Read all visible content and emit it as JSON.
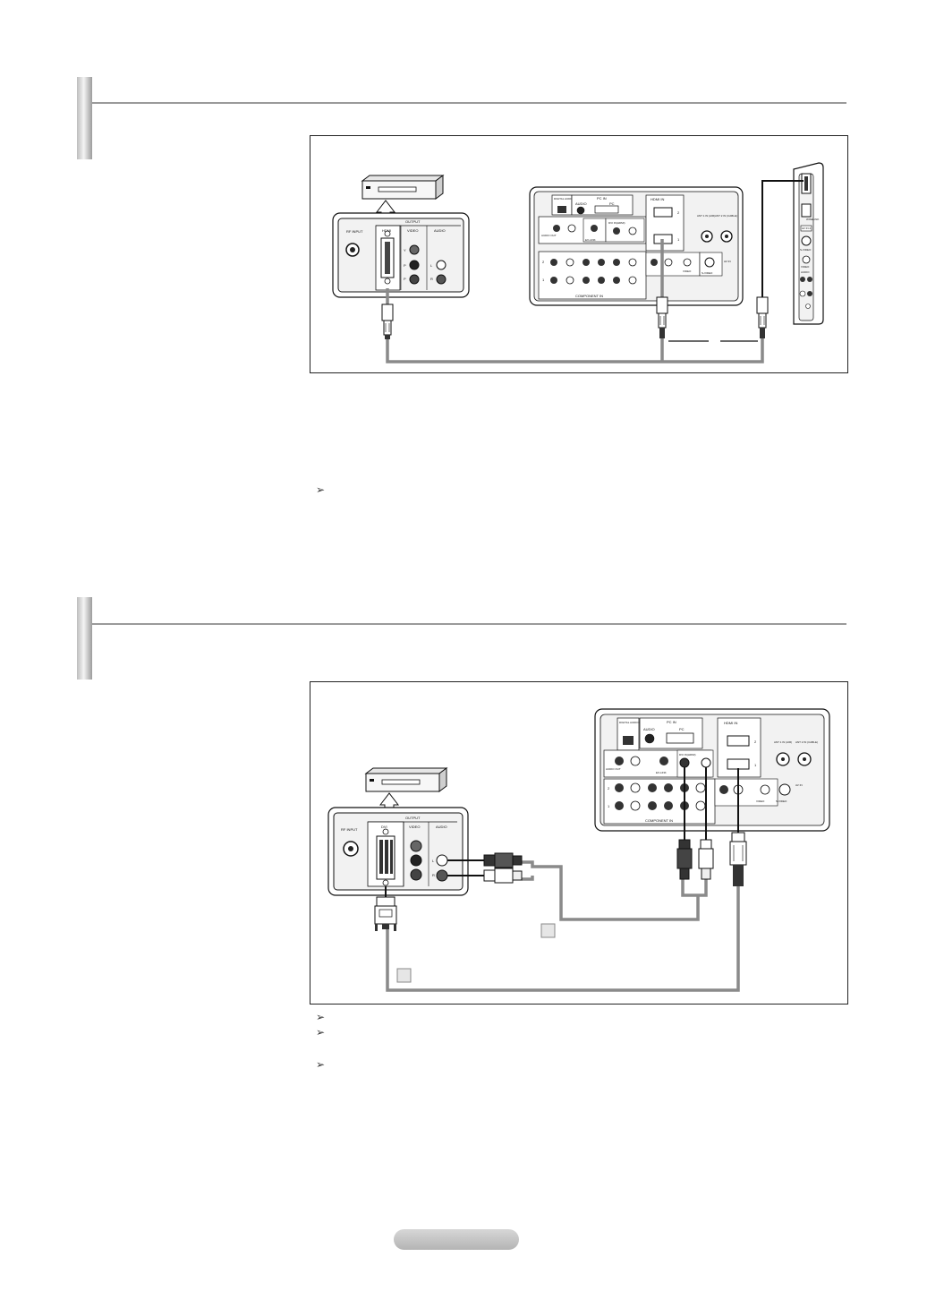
{
  "tip_icon": "arrow-tip-icon",
  "tip_glyph": "➢",
  "colors": {
    "cable": "#8a8a8a",
    "ink": "#111111",
    "panel": "#f2f2f2",
    "rule": "#9a9a9a"
  },
  "diagram1": {
    "source_output_label": "OUTPUT",
    "rf_input_label": "RF INPUT",
    "hdmi_label": "HDMI",
    "video_label": "VIDEO",
    "audio_label": "AUDIO",
    "component_y": "Y",
    "component_pb": "P",
    "component_pr": "P",
    "audio_l": "L",
    "audio_r": "R",
    "tv_labels": {
      "digital_audio_out": "DIGITAL AUDIO OUT (OPTICAL)",
      "pc_in": "PC IN",
      "audio": "AUDIO",
      "pc": "PC",
      "hdmi_in": "HDMI IN",
      "dvi_in": "DVI IN(HDMI)",
      "ant1": "ANT 1 IN (AIR)",
      "ant2": "ANT 2 IN (CABLE)",
      "audio_out": "AUDIO OUT",
      "ex_link": "EX-LINK",
      "component_in": "COMPONENT IN",
      "video": "VIDEO",
      "svideo": "S-VIDEO",
      "av_in": "AV IN",
      "row_2": "2",
      "row_1": "1"
    },
    "side_labels": {
      "hdmi_in3": "HDMI IN 3",
      "wiselink": "WISELINK",
      "av_in2": "AV IN 2",
      "svideo": "S-VIDEO",
      "video": "VIDEO",
      "audio": "AUDIO"
    }
  },
  "diagram2": {
    "source_output_label": "OUTPUT",
    "rf_input_label": "RF INPUT",
    "dvi_label": "DVI",
    "video_label": "VIDEO",
    "audio_label": "AUDIO",
    "audio_l": "L",
    "audio_r": "R",
    "tv_labels": {
      "digital_audio_out": "DIGITAL AUDIO OUT (OPTICAL)",
      "pc_in": "PC IN",
      "audio": "AUDIO",
      "pc": "PC",
      "hdmi_in": "HDMI IN",
      "dvi_in": "DVI IN(HDMI)",
      "ant1": "ANT 1 IN (AIR)",
      "ant2": "ANT 2 IN (CABLE)",
      "audio_out": "AUDIO OUT",
      "ex_link": "EX-LINK",
      "component_in": "COMPONENT IN",
      "video": "VIDEO",
      "svideo": "S-VIDEO",
      "av_in": "AV IN",
      "row_2": "2",
      "row_1": "1"
    }
  }
}
